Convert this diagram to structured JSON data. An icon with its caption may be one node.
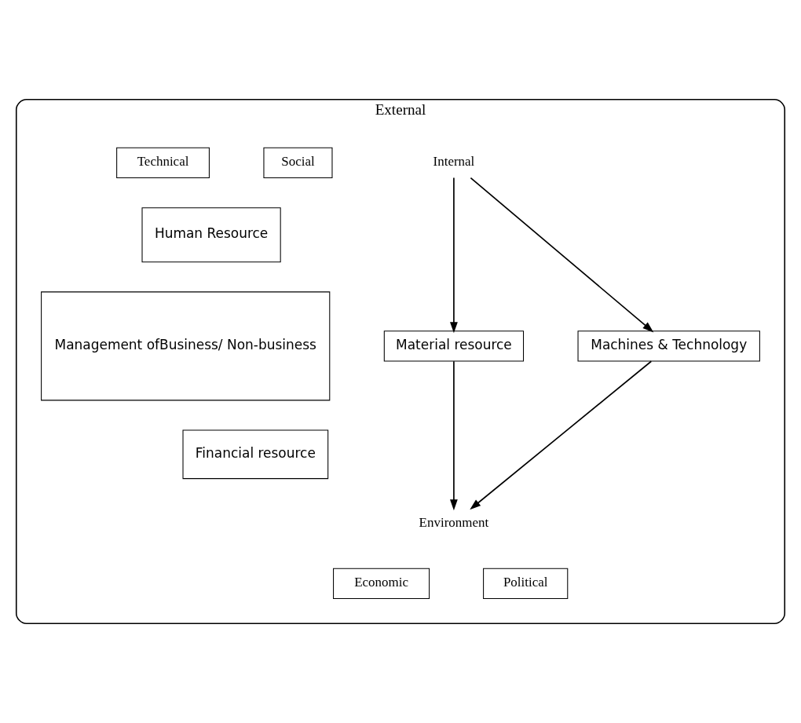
{
  "diagram": {
    "nodes": [
      {
        "text": [
          "External"
        ]
      },
      {
        "text": [
          "Social"
        ],
        "in": 0
      },
      {
        "text": [
          "Internal"
        ],
        "in": 0
      },
      {
        "text": [
          "Technical"
        ],
        "in": 0
      },
      {
        "text": [
          "Human Resource"
        ],
        "in": 0
      },
      {
        "text": [
          "Material resource"
        ],
        "in": 0
      },
      {
        "text": [
          "Management ofBusiness/ Non-business"
        ],
        "in": 0
      },
      {
        "text": [
          "Machines & Technology"
        ],
        "in": 0
      },
      {
        "text": [
          "Financial resource"
        ],
        "in": 0
      },
      {
        "text": [
          "Environment"
        ],
        "in": 0
      },
      {
        "text": [
          "Economic"
        ],
        "in": 0
      },
      {
        "text": [
          "Political"
        ],
        "in": 0
      }
    ],
    "edges": [
      {
        "from": 2,
        "to": 5,
        "arrow": "to"
      },
      {
        "from": 2,
        "to": 7,
        "arrow": "to"
      },
      {
        "from": 5,
        "to": 9,
        "arrow": "to"
      },
      {
        "from": 7,
        "to": 9,
        "arrow": "to"
      }
    ]
  }
}
